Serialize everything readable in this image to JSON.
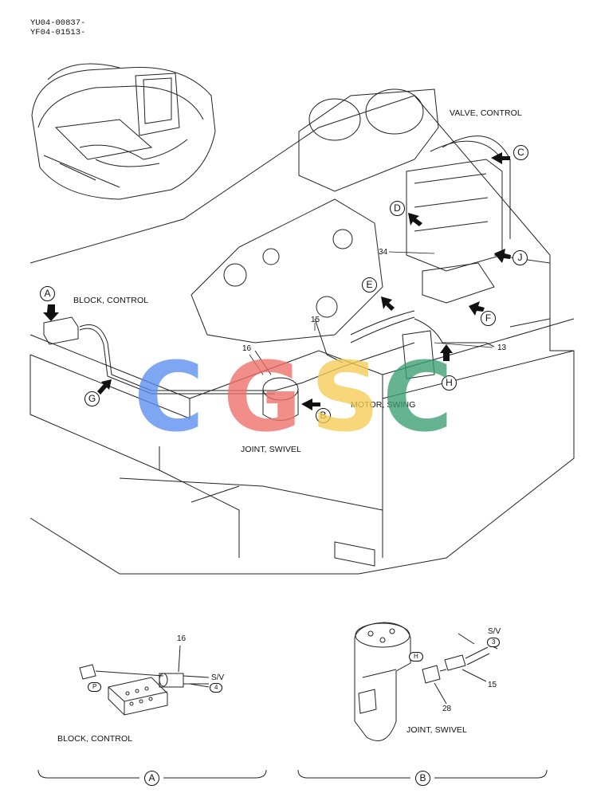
{
  "header": {
    "code_line1": "YU04-00837-",
    "code_line2": "YF04-01513-"
  },
  "labels": {
    "valve_control": "VALVE, CONTROL",
    "block_control": "BLOCK, CONTROL",
    "motor_swing": "MOTOR, SWING",
    "joint_swivel": "JOINT, SWIVEL",
    "detail_a_block_control": "BLOCK, CONTROL",
    "detail_b_joint_swivel": "JOINT, SWIVEL"
  },
  "callouts": {
    "A": "A",
    "B": "B",
    "C": "C",
    "D": "D",
    "E": "E",
    "F": "F",
    "G": "G",
    "H": "H",
    "J": "J"
  },
  "part_numbers": {
    "p34": "34",
    "p15": "15",
    "p16": "16",
    "p13": "13",
    "detail_a_16": "16",
    "detail_b_15": "15",
    "detail_b_28": "28"
  },
  "detail_tags": {
    "sv_a": "S/V",
    "sv_a_num": "4",
    "port_p": "P",
    "sv_b": "S/V",
    "sv_b_num": "3",
    "port_h": "H"
  },
  "section_marks": {
    "a": "A",
    "b": "B"
  },
  "watermark": {
    "letters": [
      "C",
      "G",
      "S",
      "C"
    ],
    "colors": [
      "#5b8ff0",
      "#ef6f6a",
      "#f6cc55",
      "#3a9e72"
    ]
  }
}
